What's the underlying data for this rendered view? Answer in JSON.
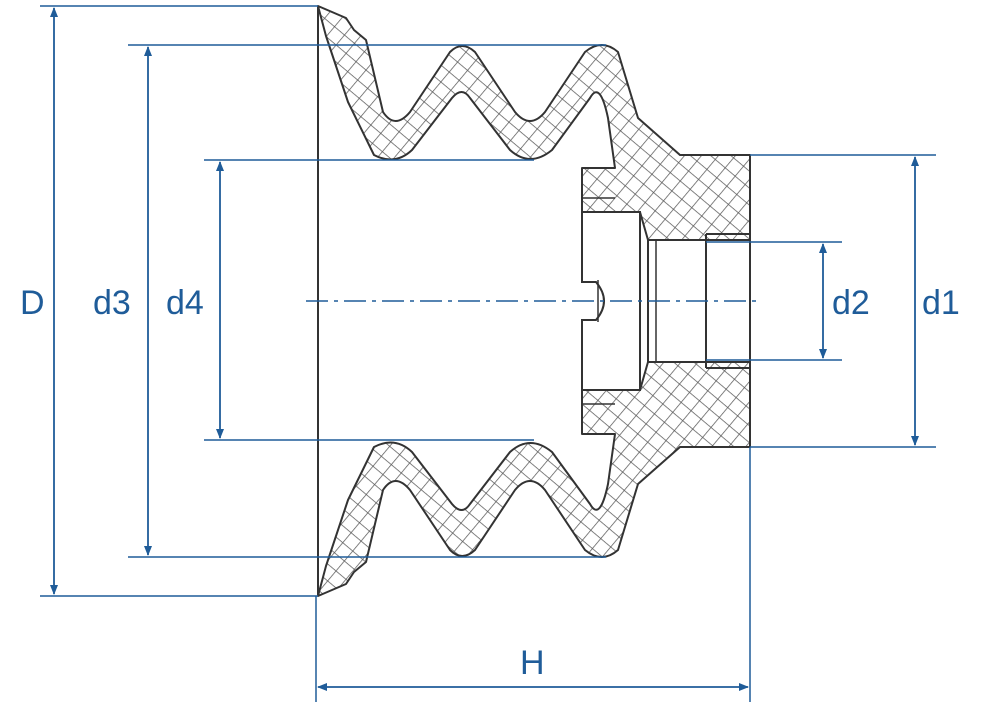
{
  "labels": {
    "D": "D",
    "d3": "d3",
    "d4": "d4",
    "d2": "d2",
    "d1": "d1",
    "H": "H"
  },
  "colors": {
    "dimension": "#1f5c99",
    "outline": "#333333",
    "hatch": "#5a5a5a",
    "background": "#ffffff"
  }
}
